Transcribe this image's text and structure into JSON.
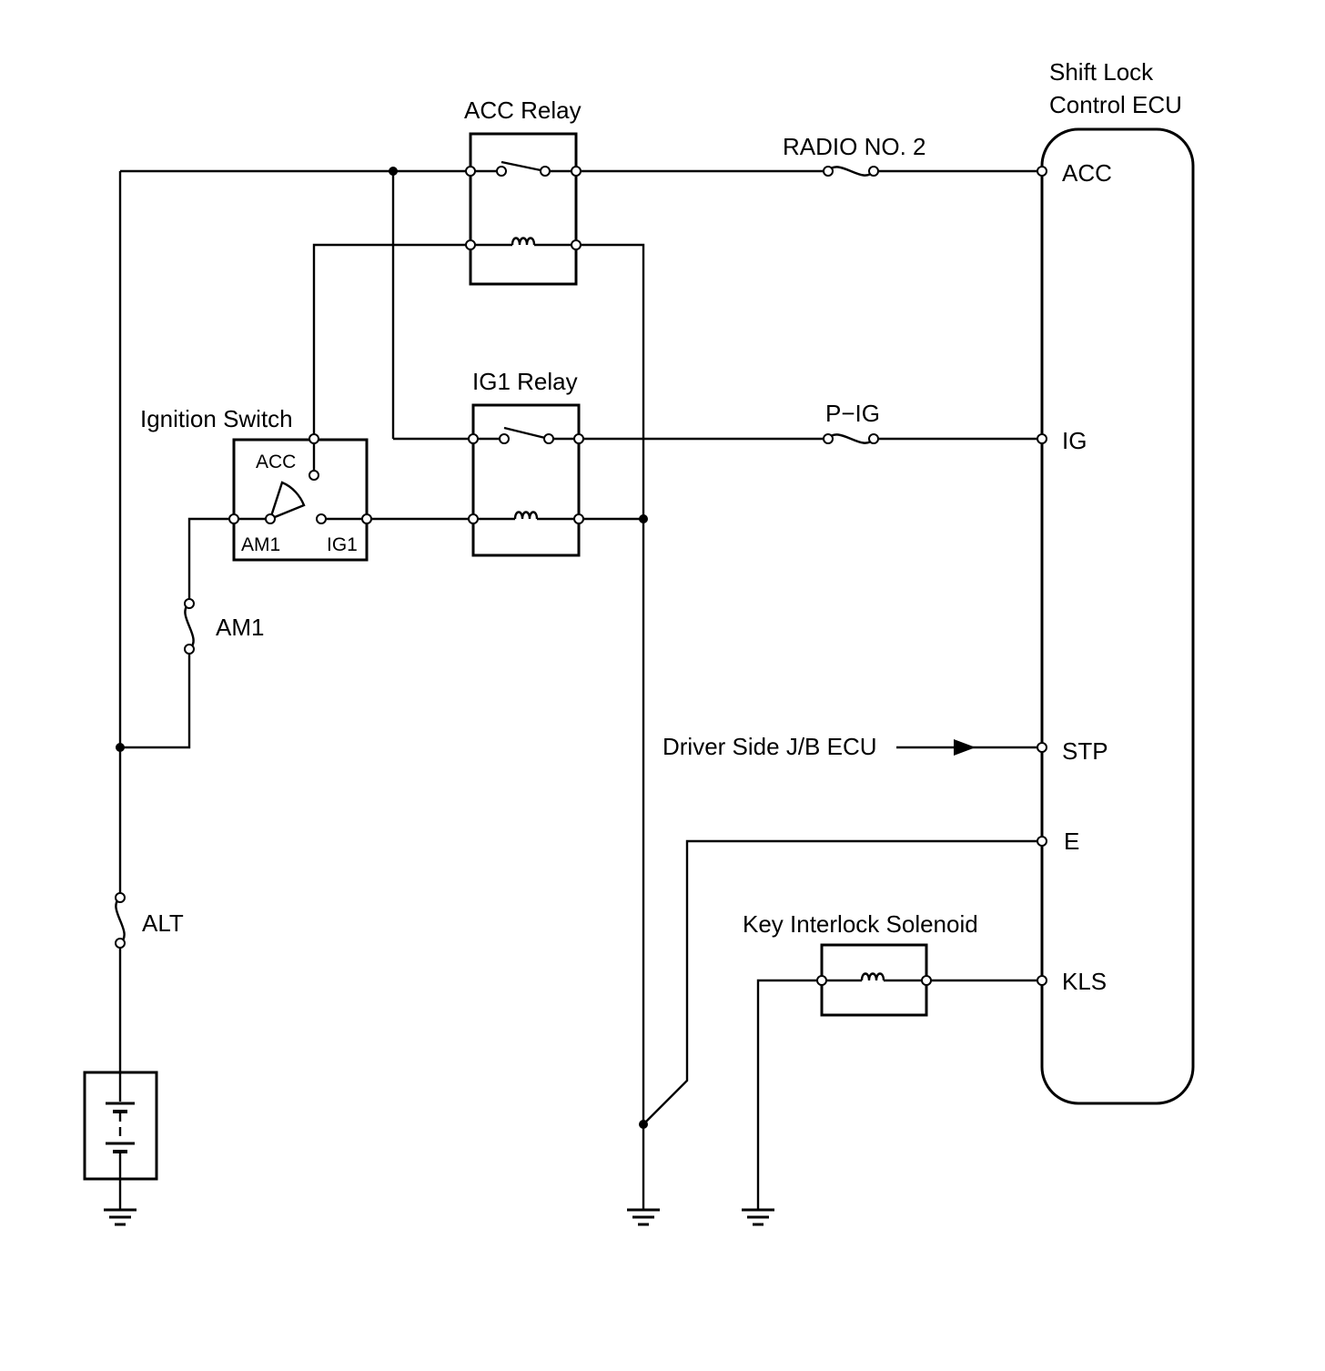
{
  "ecu": {
    "title_line1": "Shift Lock",
    "title_line2": "Control ECU"
  },
  "relays": {
    "acc": "ACC Relay",
    "ig1": "IG1 Relay"
  },
  "fuses": {
    "radio": "RADIO NO. 2",
    "pig": "P−IG",
    "am1": "AM1",
    "alt": "ALT"
  },
  "ignition_switch": {
    "title": "Ignition Switch",
    "acc": "ACC",
    "am1": "AM1",
    "ig1": "IG1"
  },
  "ecu_terminals": {
    "acc": "ACC",
    "ig": "IG",
    "stp": "STP",
    "e": "E",
    "kls": "KLS"
  },
  "inputs": {
    "jb_ecu": "Driver Side J/B ECU"
  },
  "solenoid": {
    "title": "Key Interlock Solenoid"
  }
}
